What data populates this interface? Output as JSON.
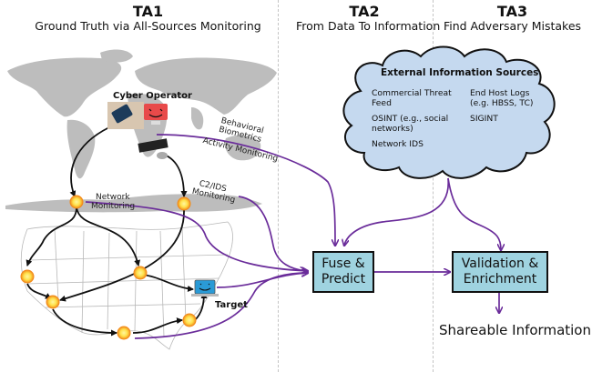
{
  "columns": [
    {
      "id": "TA1",
      "title": "TA1",
      "subtitle": "Ground Truth via All-Sources Monitoring"
    },
    {
      "id": "TA2",
      "title": "TA2",
      "subtitle": "From Data To Information"
    },
    {
      "id": "TA3",
      "title": "TA3",
      "subtitle": "Find Adversary Mistakes"
    }
  ],
  "ta1": {
    "cyber_operator_label": "Cyber Operator",
    "behavioral_label_1": "Behavioral",
    "behavioral_label_2": "Biometrics",
    "activity_label": "Activity Monitoring",
    "c2ids_label_1": "C2/IDS",
    "c2ids_label_2": "Monitoring",
    "network_label_1": "Network",
    "network_label_2": "Monitoring",
    "target_label": "Target"
  },
  "cloud": {
    "title": "External Information Sources",
    "items_left": [
      {
        "line1": "Commercial Threat",
        "line2": "Feed"
      },
      {
        "line1": "OSINT (e.g., social",
        "line2": "networks)"
      },
      {
        "line1": "Network IDS",
        "line2": ""
      }
    ],
    "items_right": [
      {
        "line1": "End Host Logs",
        "line2": "(e.g. HBSS, TC)"
      },
      {
        "line1": "SIGINT",
        "line2": ""
      }
    ]
  },
  "boxes": {
    "fuse_line1": "Fuse &",
    "fuse_line2": "Predict",
    "validation_line1": "Validation &",
    "validation_line2": "Enrichment"
  },
  "output_label": "Shareable Information",
  "colors": {
    "flow_purple": "#6a2c9a",
    "box_fill": "#9fd3e0",
    "cloud_fill": "#c5d9ef",
    "map_gray": "#bdbdbd"
  }
}
